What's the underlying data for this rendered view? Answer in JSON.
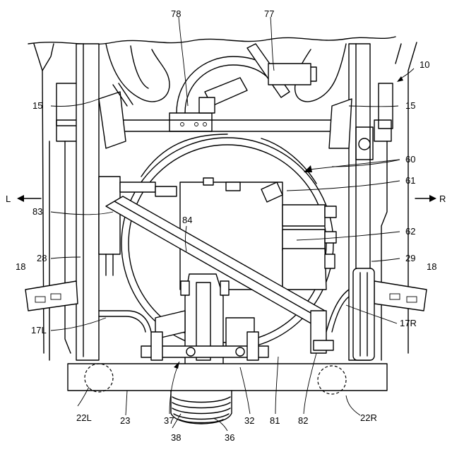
{
  "labels": {
    "n10": "10",
    "n15l": "15",
    "n15r": "15",
    "n78": "78",
    "n77": "77",
    "n60": "60",
    "n61": "61",
    "n62": "62",
    "n83": "83",
    "n84": "84",
    "n28": "28",
    "n29": "29",
    "n18l": "18",
    "n18r": "18",
    "n17l": "17L",
    "n17r": "17R",
    "n22l": "22L",
    "n22r": "22R",
    "n23": "23",
    "n37": "37",
    "n38": "38",
    "n36": "36",
    "n32": "32",
    "n81": "81",
    "n82": "82"
  },
  "directions": {
    "left": "L",
    "right": "R"
  }
}
